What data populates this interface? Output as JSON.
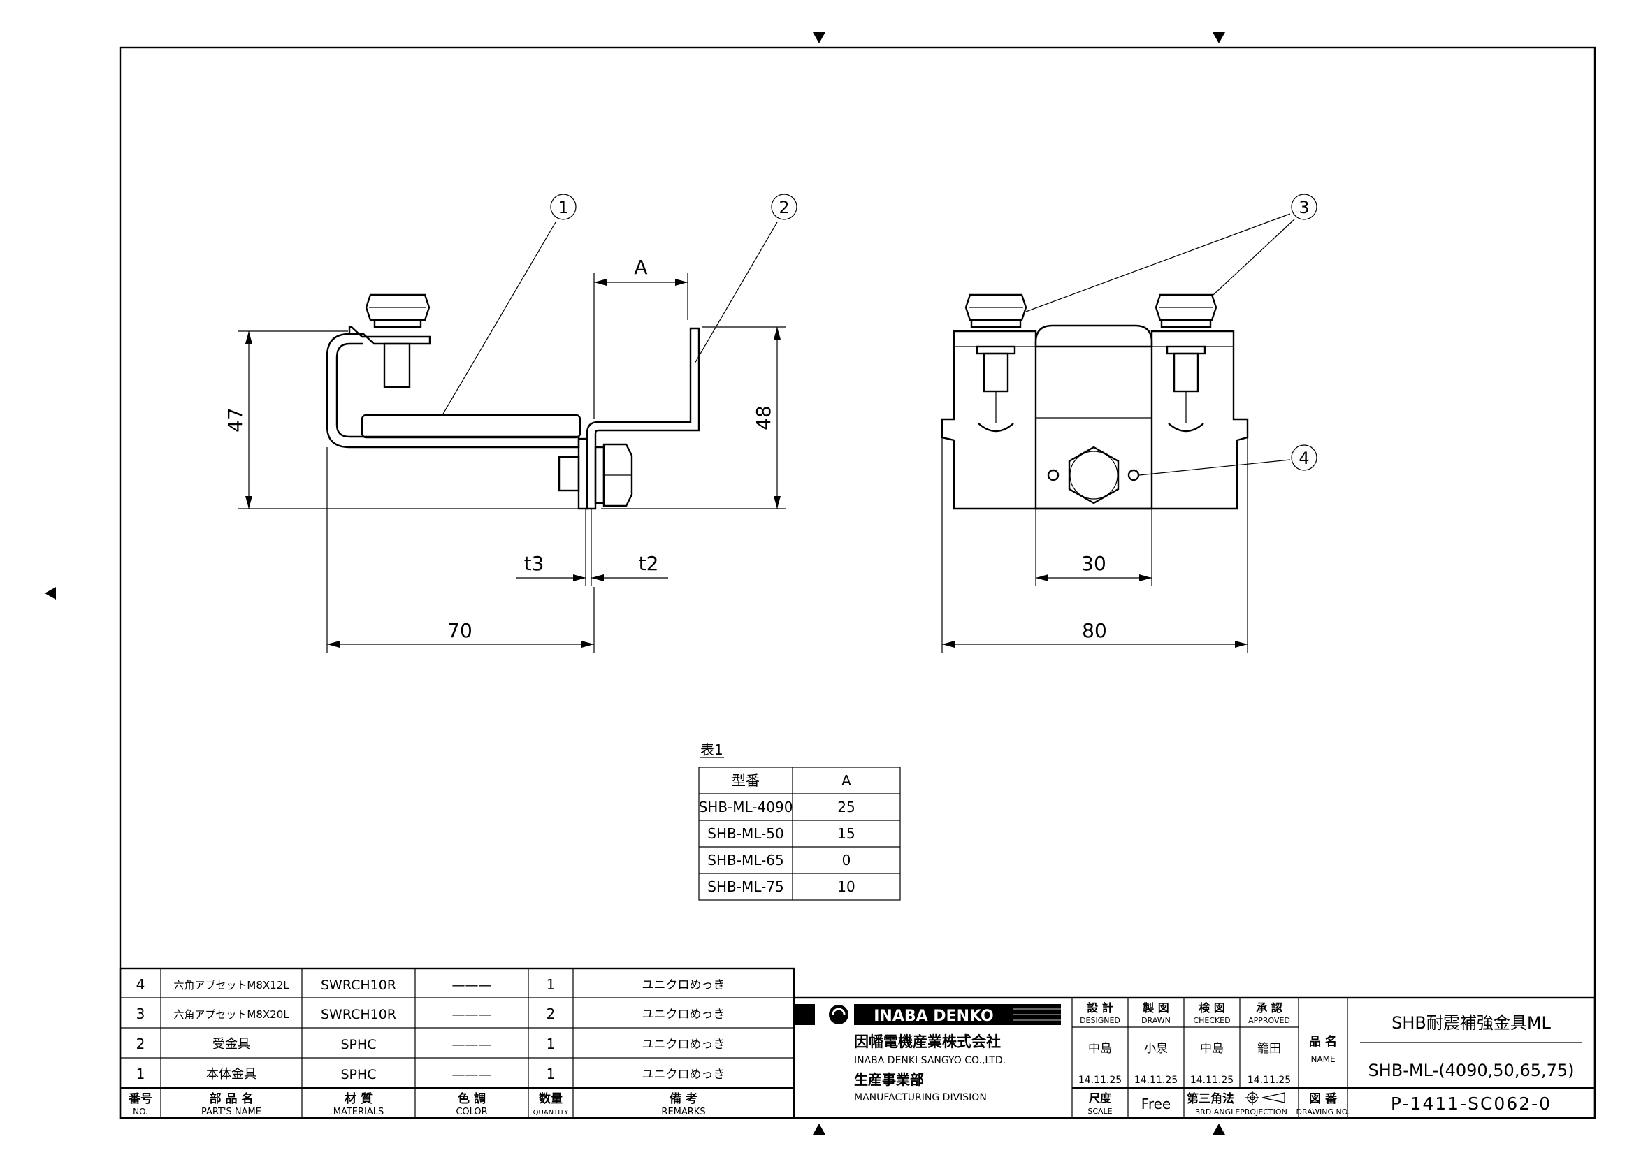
{
  "view_labels": {
    "balloons": [
      "1",
      "2",
      "3",
      "4"
    ],
    "dim_a": "A",
    "dim_47": "47",
    "dim_48": "48",
    "dim_t3": "t3",
    "dim_t2": "t2",
    "dim_70": "70",
    "dim_30": "30",
    "dim_80": "80"
  },
  "table1": {
    "caption": "表1",
    "headers": [
      "型番",
      "A"
    ],
    "rows": [
      [
        "SHB-ML-4090",
        "25"
      ],
      [
        "SHB-ML-50",
        "15"
      ],
      [
        "SHB-ML-65",
        "0"
      ],
      [
        "SHB-ML-75",
        "10"
      ]
    ]
  },
  "parts_list": {
    "rows": [
      {
        "no": "4",
        "name": "六角アプセットM8X12L",
        "material": "SWRCH10R",
        "color": "———",
        "qty": "1",
        "remarks": "ユニクロめっき"
      },
      {
        "no": "3",
        "name": "六角アプセットM8X20L",
        "material": "SWRCH10R",
        "color": "———",
        "qty": "2",
        "remarks": "ユニクロめっき"
      },
      {
        "no": "2",
        "name": "受金具",
        "material": "SPHC",
        "color": "———",
        "qty": "1",
        "remarks": "ユニクロめっき"
      },
      {
        "no": "1",
        "name": "本体金具",
        "material": "SPHC",
        "color": "———",
        "qty": "1",
        "remarks": "ユニクロめっき"
      }
    ],
    "header": {
      "no_jp": "番号",
      "no_en": "NO.",
      "name_jp": "部 品 名",
      "name_en": "PART'S NAME",
      "material_jp": "材 質",
      "material_en": "MATERIALS",
      "color_jp": "色 調",
      "color_en": "COLOR",
      "qty_jp": "数量",
      "qty_en": "QUANTITY",
      "remarks_jp": "備 考",
      "remarks_en": "REMARKS"
    }
  },
  "title_block": {
    "logo_text": "INABA DENKO",
    "company_jp": "因幡電機産業株式会社",
    "company_en": "INABA DENKI SANGYO CO.,LTD.",
    "division_jp": "生産事業部",
    "division_en": "MANUFACTURING DIVISION",
    "designed_jp": "設 計",
    "designed_en": "DESIGNED",
    "drawn_jp": "製 図",
    "drawn_en": "DRAWN",
    "checked_jp": "検 図",
    "checked_en": "CHECKED",
    "approved_jp": "承 認",
    "approved_en": "APPROVED",
    "designed_by": "中島",
    "drawn_by": "小泉",
    "checked_by": "中島",
    "approved_by": "籠田",
    "designed_date": "14.11.25",
    "drawn_date": "14.11.25",
    "checked_date": "14.11.25",
    "approved_date": "14.11.25",
    "scale_jp": "尺度",
    "scale_en": "SCALE",
    "scale_value": "Free",
    "projection_jp": "第三角法",
    "projection_en": "3RD ANGLEPROJECTION",
    "name_label_jp": "品 名",
    "name_label_en": "NAME",
    "product_name": "SHB耐震補強金具ML",
    "product_model": "SHB-ML-(4090,50,65,75)",
    "drawing_no_jp": "図 番",
    "drawing_no_en": "DRAWING NO.",
    "drawing_no": "P-1411-SC062-0"
  }
}
